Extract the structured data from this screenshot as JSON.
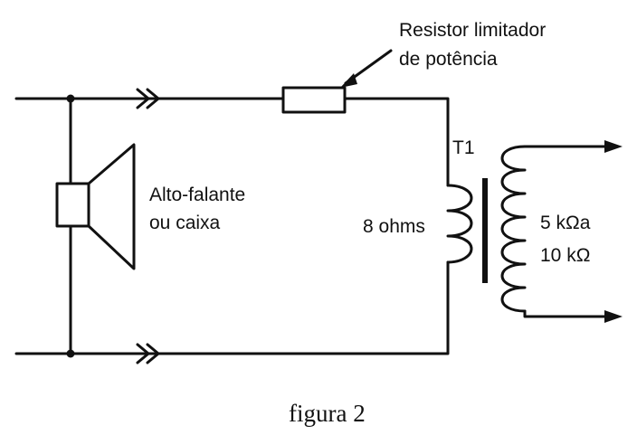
{
  "labels": {
    "resistor": [
      "Resistor limitador",
      "de potência"
    ],
    "speaker": [
      "Alto-falante",
      "ou caixa"
    ],
    "transformer": "T1",
    "primary": "8 ohms",
    "secondary": [
      "5 kΩa",
      "10 kΩ"
    ]
  },
  "caption": "figura 2",
  "colors": {
    "ink": "#111111",
    "background": "#ffffff"
  },
  "icons": [
    "speaker-icon",
    "resistor-icon",
    "transformer-icon",
    "arrow-icon"
  ]
}
